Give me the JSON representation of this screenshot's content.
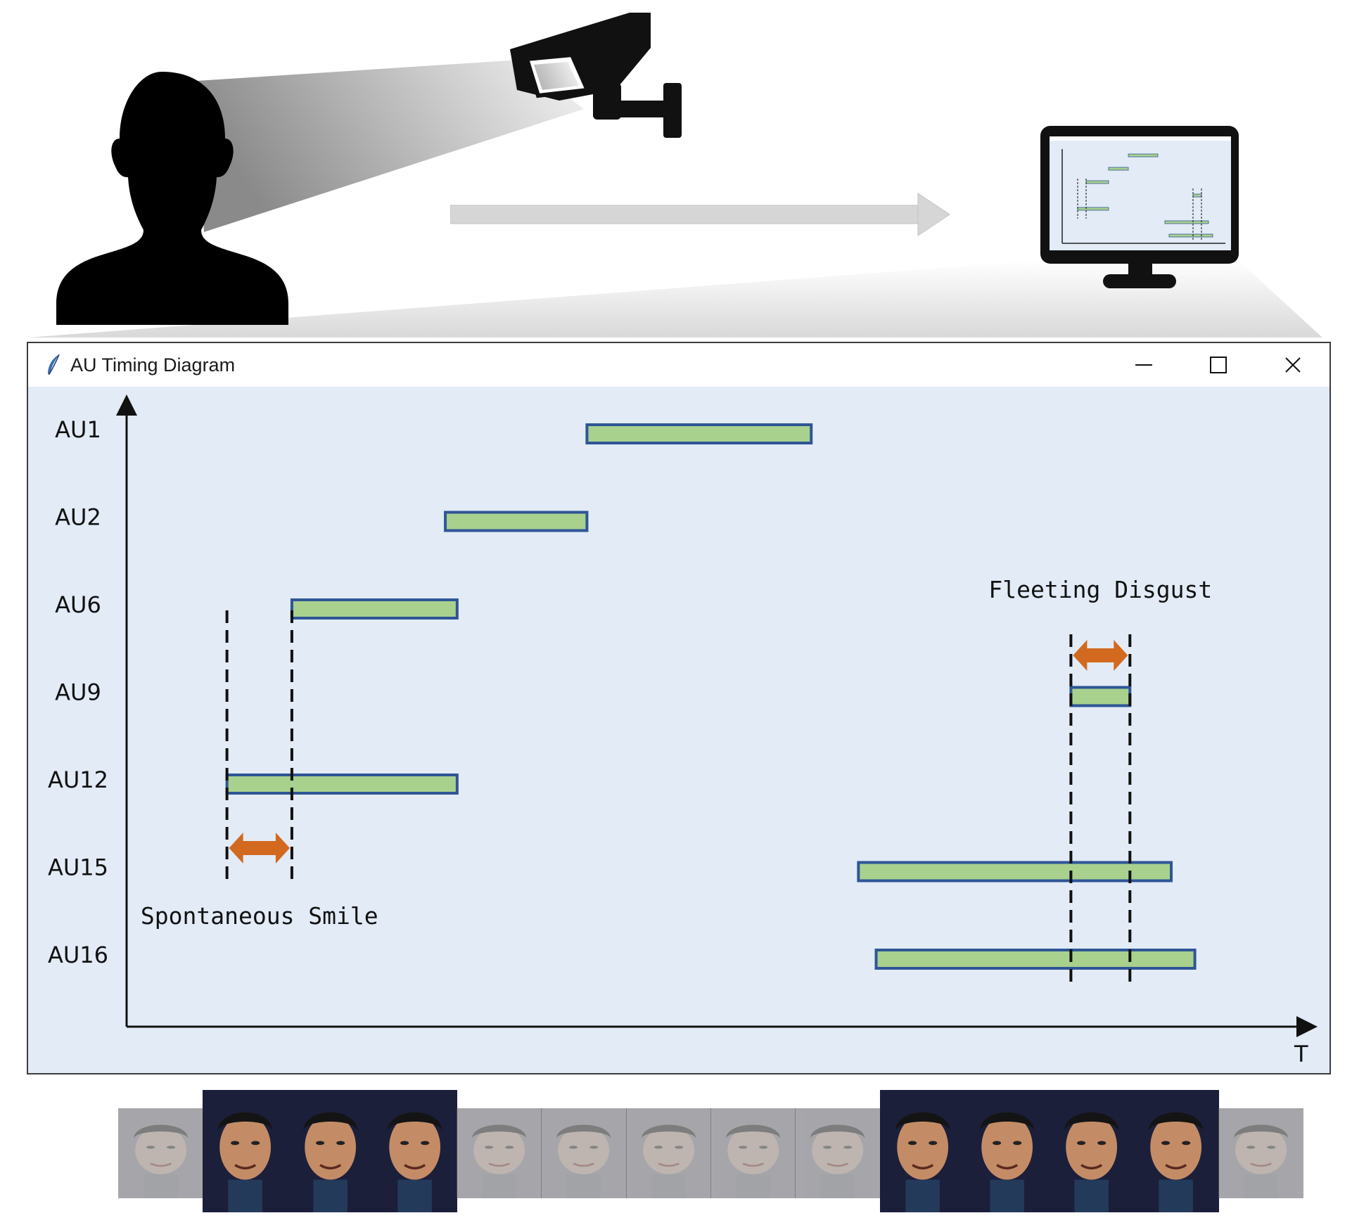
{
  "window": {
    "title": "AU Timing Diagram"
  },
  "chart_data": {
    "type": "timeline",
    "rows": [
      "AU1",
      "AU2",
      "AU6",
      "AU9",
      "AU12",
      "AU15",
      "AU16"
    ],
    "x_axis_label": "T",
    "intervals": [
      {
        "row": "AU1",
        "start": 0.39,
        "end": 0.58
      },
      {
        "row": "AU2",
        "start": 0.27,
        "end": 0.39
      },
      {
        "row": "AU6",
        "start": 0.14,
        "end": 0.28
      },
      {
        "row": "AU9",
        "start": 0.8,
        "end": 0.85
      },
      {
        "row": "AU12",
        "start": 0.085,
        "end": 0.28
      },
      {
        "row": "AU15",
        "start": 0.62,
        "end": 0.885
      },
      {
        "row": "AU16",
        "start": 0.635,
        "end": 0.905
      }
    ],
    "annotations": [
      {
        "label": "Spontaneous Smile",
        "start": 0.085,
        "end": 0.14
      },
      {
        "label": "Fleeting Disgust",
        "start": 0.8,
        "end": 0.85
      }
    ],
    "colors": {
      "bar_fill": "#a9d18e",
      "bar_stroke": "#2f5597",
      "arrow": "#d2691e",
      "background": "#e2ebf6"
    }
  },
  "frames": {
    "count": 14,
    "highlight_groups": [
      [
        1,
        2,
        3
      ],
      [
        9,
        10,
        11,
        12
      ]
    ]
  }
}
